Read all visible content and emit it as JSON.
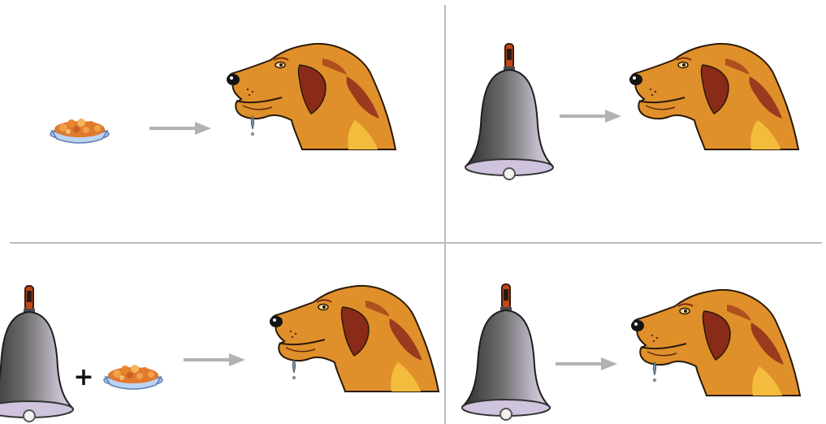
{
  "diagram": {
    "panels": [
      {
        "id": "unconditioned-response",
        "stimuli": [
          "food-icon"
        ],
        "dog_state": "salivating"
      },
      {
        "id": "neutral-stimulus",
        "stimuli": [
          "bell-icon"
        ],
        "dog_state": "not-salivating"
      },
      {
        "id": "conditioning",
        "stimuli": [
          "bell-icon",
          "plus-icon",
          "food-icon"
        ],
        "dog_state": "salivating"
      },
      {
        "id": "conditioned-response",
        "stimuli": [
          "bell-icon"
        ],
        "dog_state": "salivating"
      }
    ],
    "plus_symbol": "+"
  },
  "colors": {
    "divider": "#bcbcbc",
    "arrow": "#b2b2b2",
    "dog_fur": "#e0902a",
    "dog_fur_dark": "#8a2a18",
    "dog_fur_light": "#f0b838",
    "bell_dark": "#3a3a3a",
    "bell_light": "#d8d0e0",
    "bell_rim": "#c8bcd8",
    "bell_handle": "#c04818",
    "food": "#e07a30",
    "bowl": "#a9c4ec",
    "saliva": "#6a8090"
  }
}
